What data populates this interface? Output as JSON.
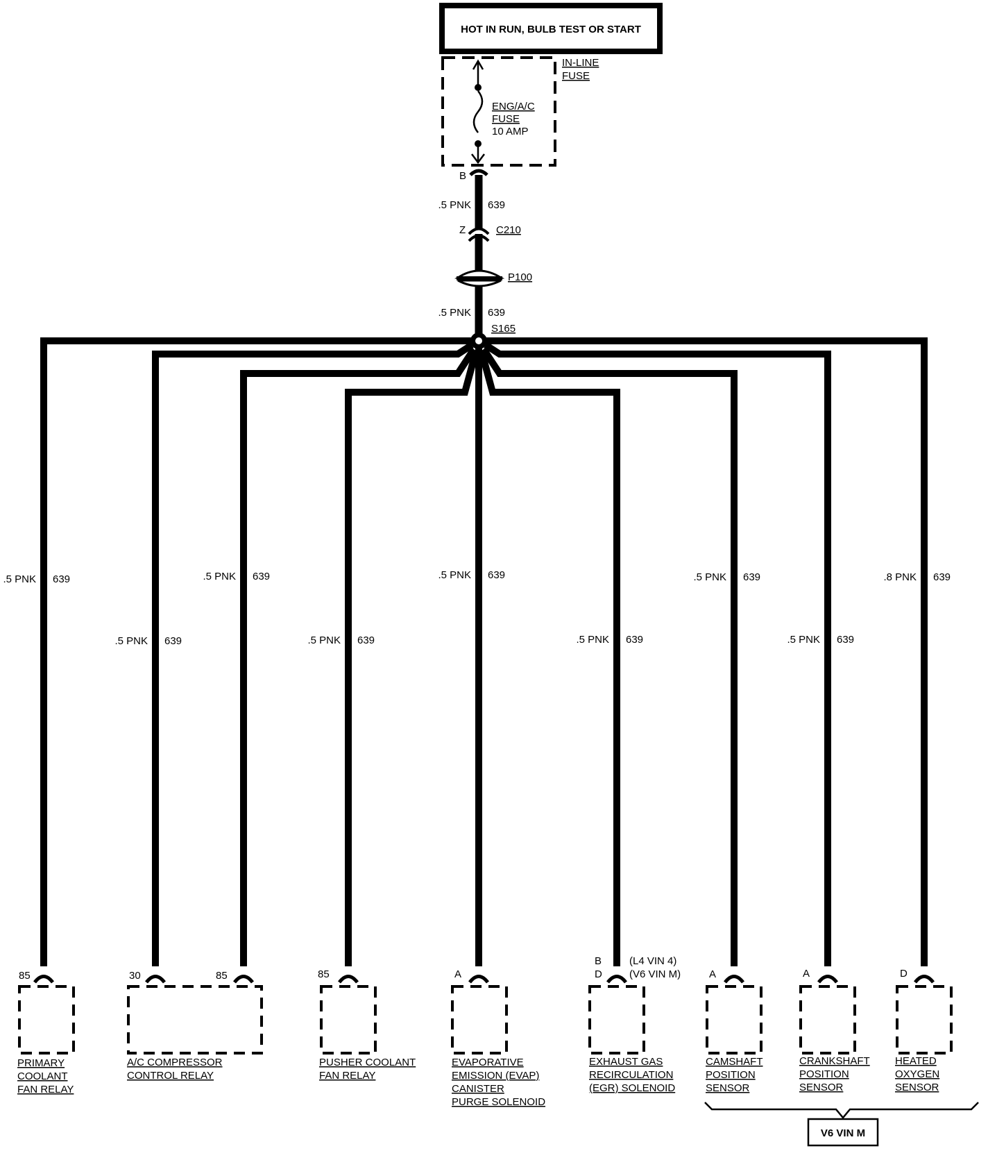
{
  "supply": {
    "title": "HOT IN RUN, BULB TEST OR START",
    "fuse_block_label": [
      "IN-LINE",
      "FUSE"
    ],
    "fuse_label": [
      "ENG/A/C",
      "FUSE",
      "10 AMP"
    ],
    "pin_b": "B",
    "trunk_wire_1": {
      "gauge": ".5 PNK",
      "circuit": "639"
    },
    "c210_pin": "Z",
    "c210_label": "C210",
    "p100_label": "P100",
    "trunk_wire_2": {
      "gauge": ".5 PNK",
      "circuit": "639"
    },
    "splice_label": "S165"
  },
  "branches": [
    {
      "gauge": ".5 PNK",
      "circuit": "639"
    },
    {
      "gauge": ".5 PNK",
      "circuit": "639"
    },
    {
      "gauge": ".5 PNK",
      "circuit": "639"
    },
    {
      "gauge": ".5 PNK",
      "circuit": "639"
    },
    {
      "gauge": ".5 PNK",
      "circuit": "639"
    },
    {
      "gauge": ".5 PNK",
      "circuit": "639"
    },
    {
      "gauge": ".5 PNK",
      "circuit": "639"
    },
    {
      "gauge": ".5 PNK",
      "circuit": "639"
    },
    {
      "gauge": ".8 PNK",
      "circuit": "639"
    }
  ],
  "components": [
    {
      "pins": [
        "85"
      ],
      "name": [
        "PRIMARY",
        "COOLANT",
        "FAN RELAY"
      ]
    },
    {
      "pins": [
        "30",
        "85"
      ],
      "name": [
        "A/C COMPRESSOR",
        "CONTROL RELAY"
      ]
    },
    {
      "pins": [
        "85"
      ],
      "name": [
        "PUSHER COOLANT",
        "FAN RELAY"
      ]
    },
    {
      "pins": [
        "A"
      ],
      "name": [
        "EVAPORATIVE",
        "EMISSION (EVAP)",
        "CANISTER",
        "PURGE SOLENOID"
      ]
    },
    {
      "pins": [
        "B",
        "D"
      ],
      "pin_notes": [
        "(L4  VIN 4)",
        "(V6  VIN M)"
      ],
      "name": [
        "EXHAUST GAS",
        "RECIRCULATION",
        "(EGR) SOLENOID"
      ]
    },
    {
      "pins": [
        "A"
      ],
      "name": [
        "CAMSHAFT",
        "POSITION",
        "SENSOR"
      ]
    },
    {
      "pins": [
        "A"
      ],
      "name": [
        "CRANKSHAFT",
        "POSITION",
        "SENSOR"
      ]
    },
    {
      "pins": [
        "D"
      ],
      "name": [
        "HEATED",
        "OXYGEN",
        "SENSOR"
      ]
    }
  ],
  "group_label": "V6  VIN M"
}
